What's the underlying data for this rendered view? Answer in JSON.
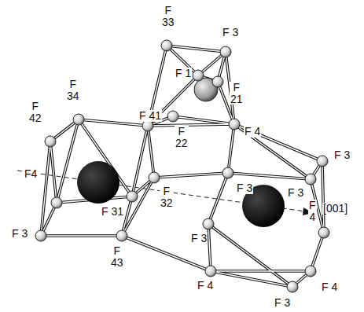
{
  "diagram": {
    "labels": [
      "F 33",
      "F 3",
      "F 1",
      "F 21",
      "F 34",
      "F 41",
      "F 42",
      "F 22",
      "F 4",
      "F 3",
      "F4",
      "F 32",
      "F 3",
      "F 3",
      "F 31",
      "F 3",
      "F 3",
      "F 4",
      "[001]",
      "F 43",
      "F 4",
      "F 3",
      "F 4"
    ]
  }
}
